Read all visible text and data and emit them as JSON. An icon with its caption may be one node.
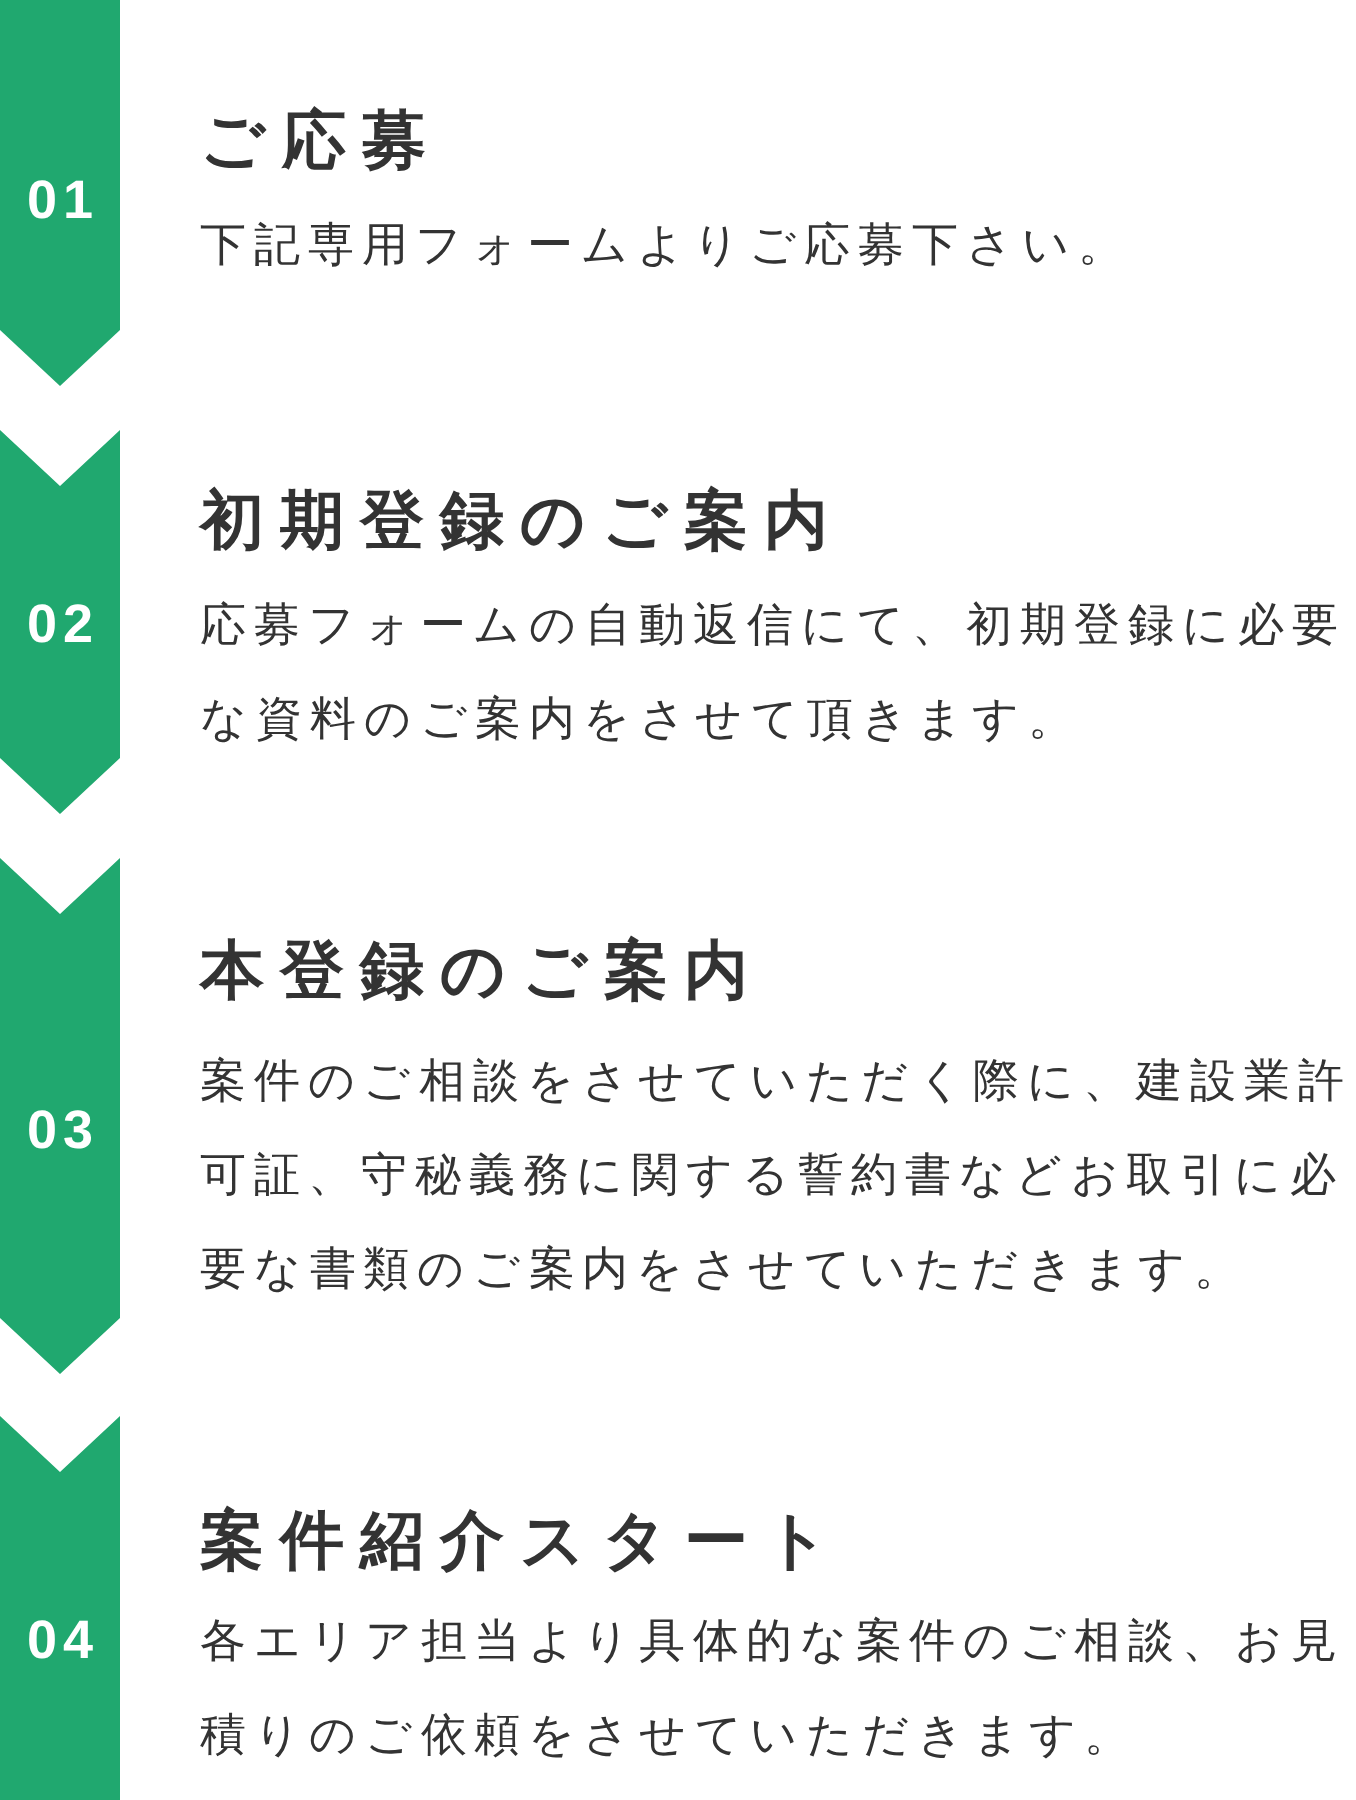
{
  "diagram": {
    "nodes": [
      {
        "text": [
          "01"
        ],
        "beside": [
          "ご応募",
          "下記専用フォームよりご応募下さい。"
        ]
      },
      {
        "text": [
          "02"
        ],
        "beside": [
          "初期登録のご案内",
          "応募フォームの自動返信にて、初期登録に必要な資料のご案内をさせて頂きます。"
        ]
      },
      {
        "text": [
          "03"
        ],
        "beside": [
          "本登録のご案内",
          "案件のご相談をさせていただく際に、建設業許可証、守秘義務に関する誓約書などお取引に必要な書類のご案内をさせていただきます。"
        ]
      },
      {
        "text": [
          "04"
        ],
        "beside": [
          "案件紹介スタート",
          "各エリア担当より具体的な案件のご相談、お見積りのご依頼をさせていただきます。"
        ]
      }
    ]
  }
}
